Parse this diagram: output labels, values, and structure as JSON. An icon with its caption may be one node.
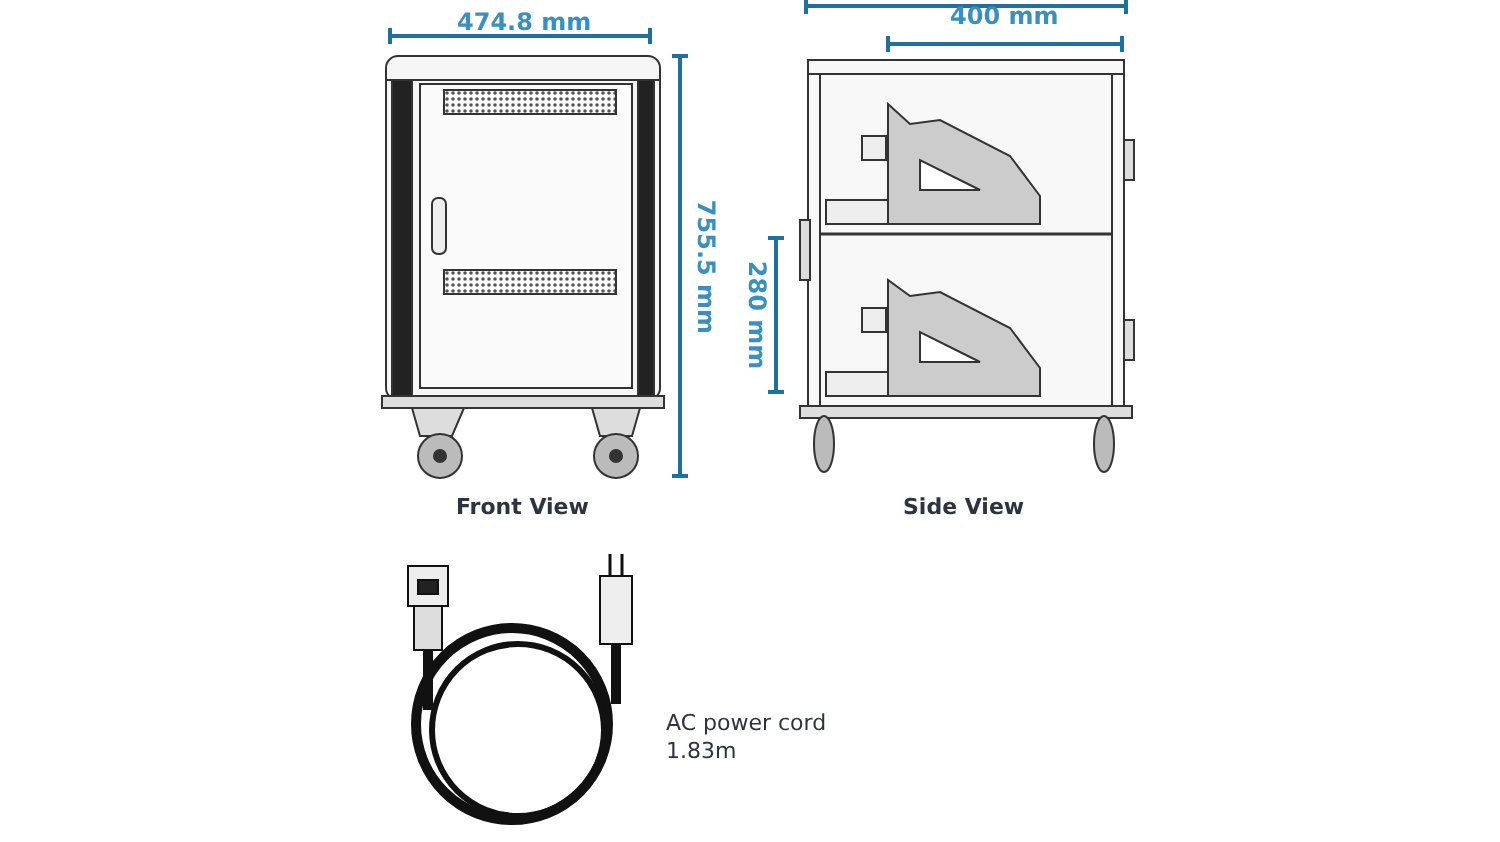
{
  "diagram": {
    "labels": [
      "474.8 mm",
      "400 mm",
      "755.5 mm",
      "280 mm",
      "Front View",
      "Side View",
      "AC power cord 1.83m"
    ]
  }
}
